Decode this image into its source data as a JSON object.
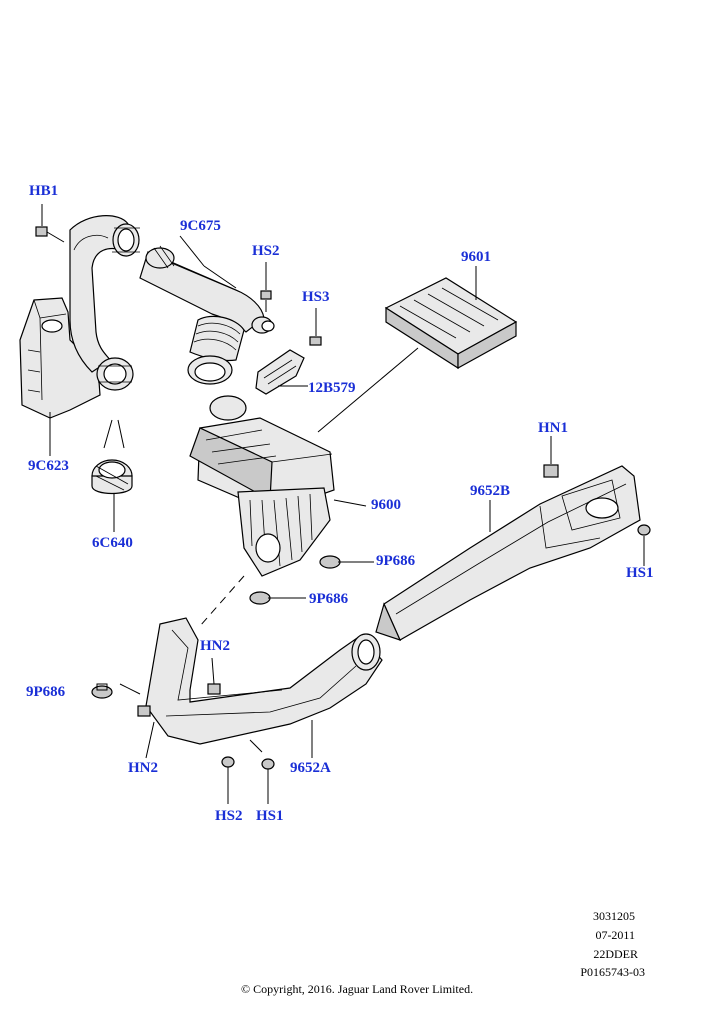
{
  "diagram": {
    "callouts": {
      "hb1": "HB1",
      "p9c675": "9C675",
      "hs2_top": "HS2",
      "hs3": "HS3",
      "p9601": "9601",
      "p12b579": "12B579",
      "p9c623": "9C623",
      "p6c640": "6C640",
      "p9600": "9600",
      "hn1": "HN1",
      "p9652b": "9652B",
      "p9p686_right": "9P686",
      "p9p686_mid": "9P686",
      "hs1_right": "HS1",
      "hn2_top": "HN2",
      "p9p686_left": "9P686",
      "hn2_bottom": "HN2",
      "p9652a": "9652A",
      "hs2_bottom": "HS2",
      "hs1_bottom": "HS1"
    },
    "label_color": "#1a2fd6"
  },
  "footer": {
    "code1": "3031205",
    "date": "07-2011",
    "model": "22DDER",
    "ref": "P0165743-03",
    "copyright": "© Copyright, 2016. Jaguar Land Rover Limited."
  }
}
